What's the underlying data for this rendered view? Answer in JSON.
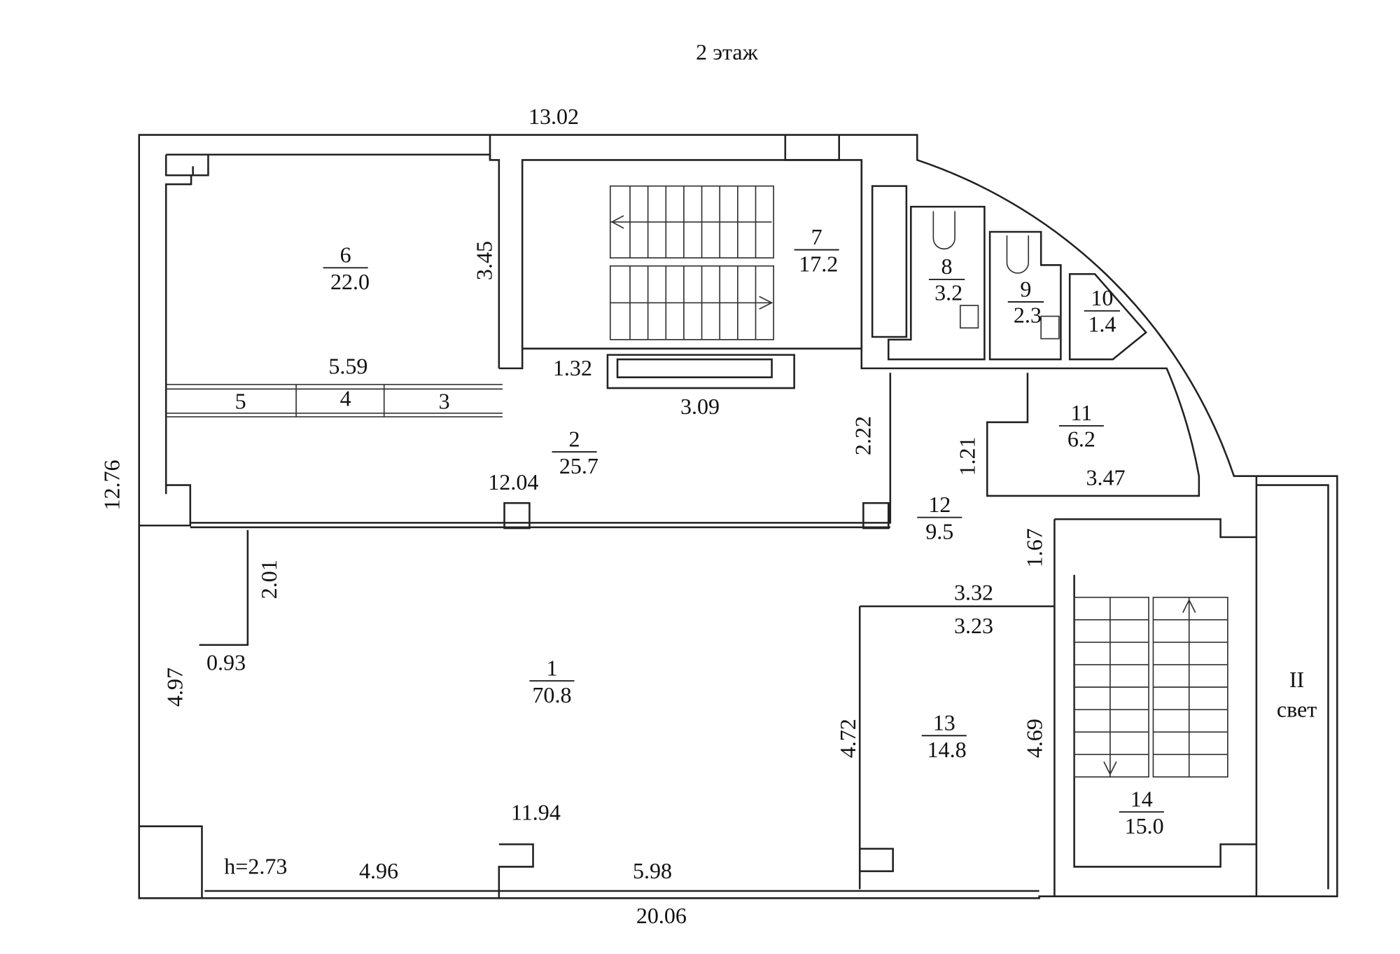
{
  "title": "2 этаж",
  "rooms": [
    {
      "number": "1",
      "area": "70.8"
    },
    {
      "number": "2",
      "area": "25.7"
    },
    {
      "number": "6",
      "area": "22.0"
    },
    {
      "number": "7",
      "area": "17.2"
    },
    {
      "number": "8",
      "area": "3.2"
    },
    {
      "number": "9",
      "area": "2.3"
    },
    {
      "number": "10",
      "area": "1.4"
    },
    {
      "number": "11",
      "area": "6.2"
    },
    {
      "number": "12",
      "area": "9.5"
    },
    {
      "number": "13",
      "area": "14.8"
    },
    {
      "number": "14",
      "area": "15.0"
    }
  ],
  "closets": [
    "5",
    "4",
    "3"
  ],
  "light_well": {
    "line1": "II",
    "line2": "свет"
  },
  "dimensions": {
    "top": "13.02",
    "room6_height": "3.45",
    "room6_width": "5.59",
    "d132": "1.32",
    "d309": "3.09",
    "d222": "2.22",
    "d121": "1.21",
    "d347": "3.47",
    "d1204": "12.04",
    "d167": "1.67",
    "d332": "3.32",
    "d323": "3.23",
    "d201": "2.01",
    "d093": "0.93",
    "d497": "4.97",
    "d472": "4.72",
    "d469": "4.69",
    "d1194": "11.94",
    "height": "h=2.73",
    "d496": "4.96",
    "d598": "5.98",
    "bottom": "20.06",
    "left": "12.76"
  },
  "colors": {
    "line": "#222222",
    "background": "#ffffff"
  }
}
